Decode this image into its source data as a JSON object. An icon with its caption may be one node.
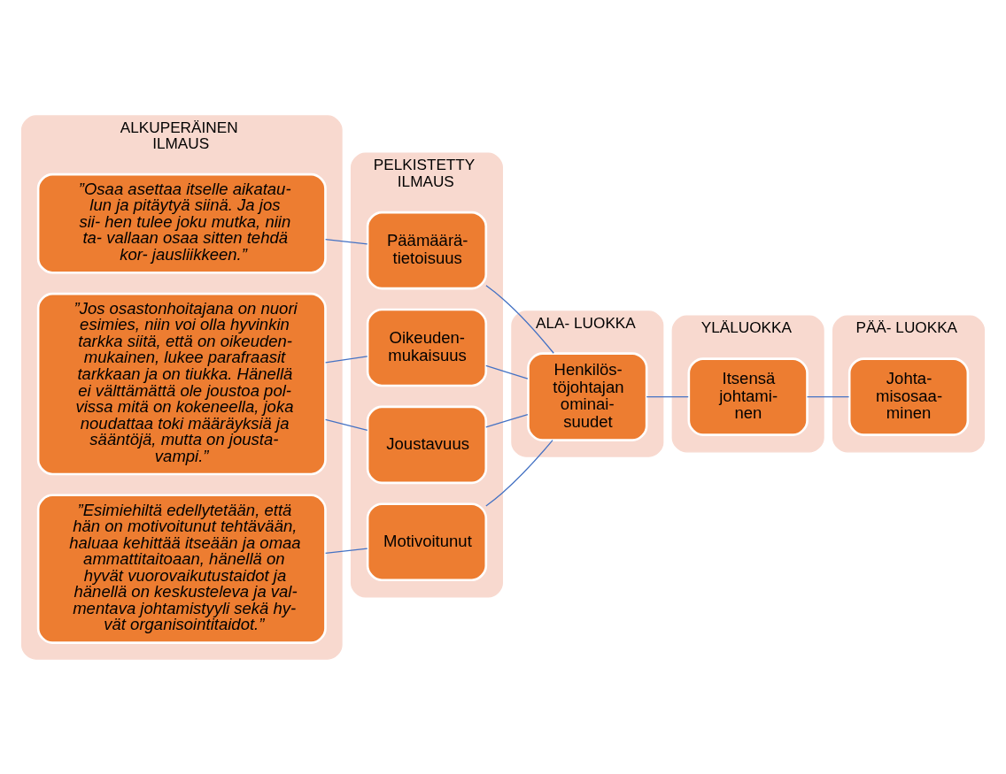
{
  "diagram": {
    "nodes": [
      {
        "text": [
          "ALKUPERÄINEN ILMAUS"
        ]
      },
      {
        "text": [
          "”Osaa asettaa itselle aikatau- lun ja pitäytyä siinä. Ja jos sii- hen tulee joku mutka, niin ta- vallaan osaa sitten tehdä kor- jausliikkeen.”"
        ],
        "in": 0
      },
      {
        "text": [
          "”Jos osastonhoitajana on nuori esimies, niin voi olla hyvinkin tarkka siitä, että on oikeuden- mukainen, lukee parafraasit tarkkaan ja on tiukka. Hänellä ei välttämättä ole joustoa pol- vissa mitä on kokeneella, joka noudattaa toki määräyksiä ja sääntöjä, mutta on jousta- vampi.”"
        ],
        "in": 0
      },
      {
        "text": [
          "”Esimiehiltä edellytetään, että hän on motivoitunut tehtävään, haluaa kehittää itseään ja omaa ammattitaitoaan, hänellä on hyvät vuorovaikutustaidot ja hänellä on keskusteleva ja val- mentava johtamistyyli sekä hy- vät organisointitaidot.”"
        ],
        "in": 0
      },
      {
        "text": [
          "PELKISTETTY ILMAUS"
        ]
      },
      {
        "text": [
          "Päämäärä- tietoisuus"
        ],
        "in": 4
      },
      {
        "text": [
          "Oikeuden- mukaisuus"
        ],
        "in": 4
      },
      {
        "text": [
          "Joustavuus"
        ],
        "in": 4
      },
      {
        "text": [
          "Motivoitunut"
        ],
        "in": 4
      },
      {
        "text": [
          "ALA- LUOKKA"
        ]
      },
      {
        "text": [
          "Henkilös- töjohtajan ominai- suudet"
        ],
        "in": 9
      },
      {
        "text": [
          "YLÄLUOKKA"
        ]
      },
      {
        "text": [
          "Itsensä johtami- nen"
        ],
        "in": 11
      },
      {
        "text": [
          "PÄÄ- LUOKKA"
        ]
      },
      {
        "text": [
          "Johta- misosaa- minen"
        ],
        "in": 13
      }
    ],
    "edges": [
      {
        "from": 1,
        "to": 5,
        "arrow": "none"
      },
      {
        "from": 2,
        "to": 6,
        "arrow": "none"
      },
      {
        "from": 2,
        "to": 7,
        "arrow": "none"
      },
      {
        "from": 3,
        "to": 8,
        "arrow": "none"
      },
      {
        "from": 5,
        "to": 10,
        "arrow": "none"
      },
      {
        "from": 6,
        "to": 10,
        "arrow": "none"
      },
      {
        "from": 7,
        "to": 10,
        "arrow": "none"
      },
      {
        "from": 8,
        "to": 10,
        "arrow": "none"
      },
      {
        "from": 10,
        "to": 12,
        "arrow": "none"
      },
      {
        "from": 12,
        "to": 14,
        "arrow": "none"
      }
    ]
  }
}
